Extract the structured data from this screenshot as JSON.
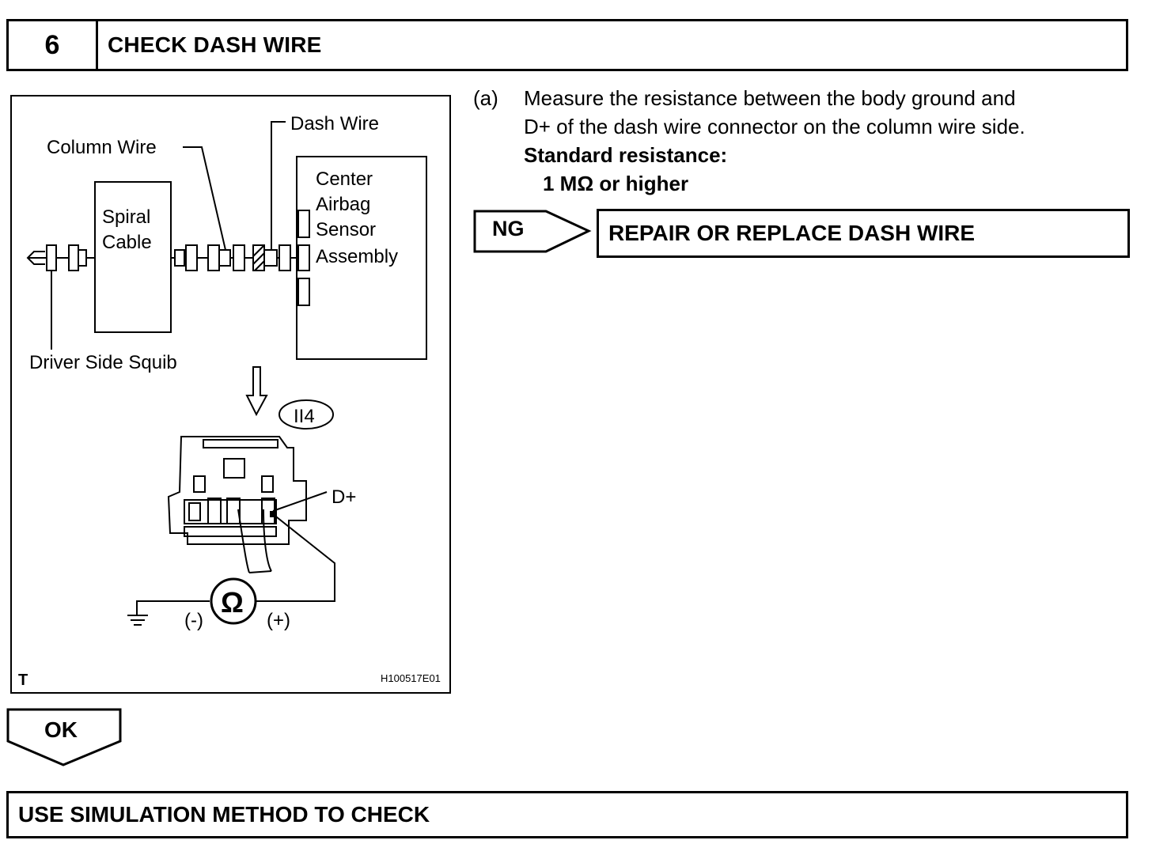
{
  "step": {
    "number": "6",
    "title": "CHECK DASH WIRE"
  },
  "figure": {
    "labels": {
      "column_wire": "Column Wire",
      "dash_wire": "Dash Wire",
      "spiral_cable_line1": "Spiral",
      "spiral_cable_line2": "Cable",
      "center_line1": "Center",
      "center_line2": "Airbag",
      "center_line3": "Sensor",
      "center_line4": "Assembly",
      "driver_squib": "Driver Side Squib",
      "connector_code": "II4",
      "terminal": "D+",
      "ohm_symbol": "Ω",
      "minus": "(-)",
      "plus": "(+)",
      "corner_mark": "T",
      "figure_id": "H100517E01"
    }
  },
  "instruction": {
    "letter": "(a)",
    "line1": "Measure the resistance between the body ground and",
    "line2": "D+ of the dash wire connector on the column wire side.",
    "standard_label": "Standard resistance:",
    "standard_value": "1 MΩ or higher"
  },
  "ng": {
    "label": "NG",
    "result": "REPAIR OR REPLACE DASH WIRE"
  },
  "ok": {
    "label": "OK"
  },
  "final": {
    "text": "USE SIMULATION METHOD TO CHECK"
  }
}
